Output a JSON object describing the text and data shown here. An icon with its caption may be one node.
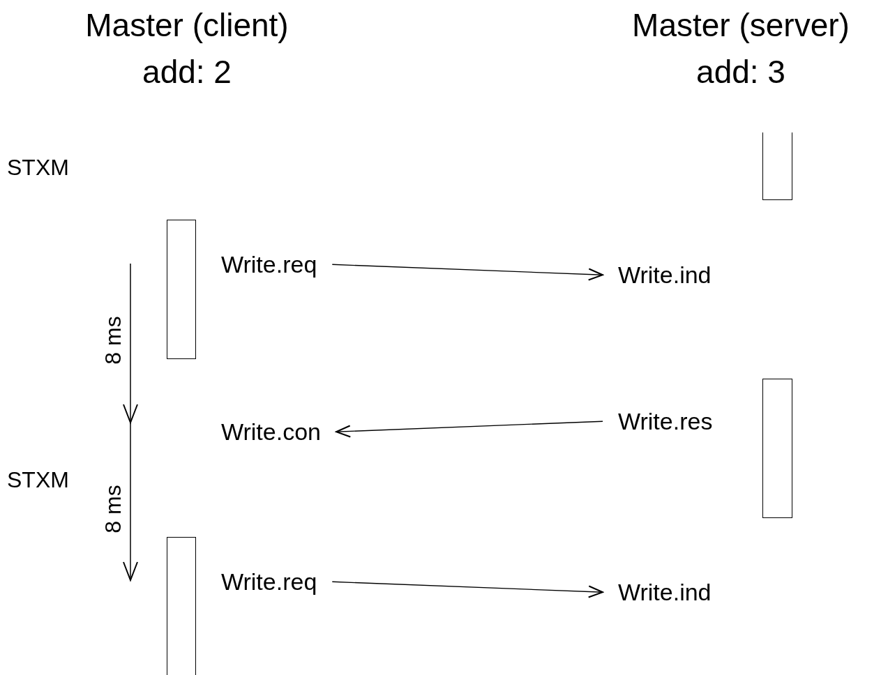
{
  "diagram": {
    "nodes": [
      {
        "text": [],
        "shape": "bar"
      },
      {
        "text": [],
        "shape": "bar"
      },
      {
        "text": [
          "Write.req"
        ]
      },
      {
        "text": [
          "Write.ind"
        ]
      },
      {
        "text": [],
        "shape": "bar"
      },
      {
        "text": [
          "Write.res"
        ]
      },
      {
        "text": [
          "Write.con"
        ]
      },
      {
        "text": [],
        "shape": "bar"
      },
      {
        "text": [
          "Write.req"
        ]
      },
      {
        "text": [
          "Write.ind"
        ]
      }
    ],
    "edges": [
      {
        "from": 2,
        "to": 3,
        "arrow": "to"
      },
      {
        "from": 5,
        "to": 6,
        "arrow": "to"
      },
      {
        "from": 8,
        "to": 9,
        "arrow": "to"
      }
    ],
    "labels": [
      "Master (client)",
      "Master (server)",
      "add: 2",
      "add: 3",
      "STXM",
      "8 ms",
      "STXM",
      "8 ms"
    ]
  }
}
